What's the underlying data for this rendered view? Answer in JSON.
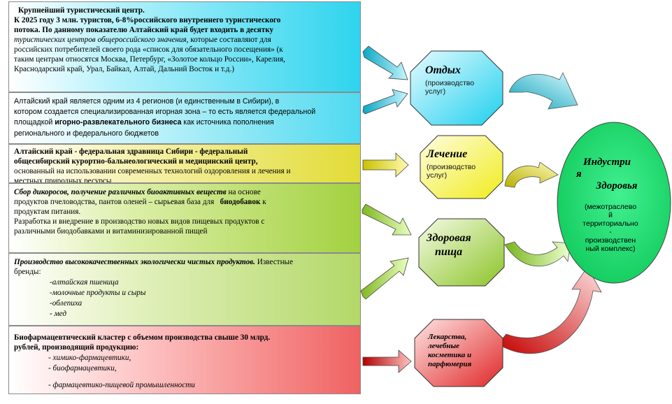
{
  "panels": {
    "p1": [
      "Крупнейший туристический центр.",
      "К 2025 году 3 млн. туристов,  6-8%российского внутреннего туристического",
      "потока. По данному показателю Алтайский край будет входить в десятку",
      "туристических центров общероссийского значения,",
      " которые составляют для",
      "российских потребителей своего рода «список для обязательного  посещения» (к",
      "таким центрам относятся Москва, Петербург, «Золотое кольцо России», Карелия,",
      "Краснодарский край, Урал, Байкал, Алтай, Дальний Восток и т.д.)"
    ],
    "p2": [
      "Алтайский край является одним из 4 регионов (и единственным в Сибири), в",
      "котором создается специализированная игорная зона – то есть является федеральной",
      "площадкой ",
      "игорно-развлекательного бизнеса",
      " как источника пополнения",
      "регионального и федерального бюджетов"
    ],
    "p3": [
      "Алтайский край - федеральная здравница Сибири - федеральный",
      "общесибирский курортно-бальнеологический и медицинский центр,",
      "основанный  на использовании современных технологий оздоровления и лечения и",
      "местных природных ресурсы"
    ],
    "p4": [
      "Сбор дикоросов, получение различных биоактивных веществ",
      "  на основе",
      "продуктов пчеловодства, пантов оленей  – сырьевая база для",
      "биодобавок",
      " к",
      "продуктам питания.",
      "Разработка и внедрение в производство новых видов  пищевых продуктов с",
      "различными биодобавками и витаминизированной пищей"
    ],
    "p5": [
      "Производство высококачественных экологически чистых продуктов.",
      " Известные",
      "бренды:",
      "-алтайская пшеница",
      "-молочные продукты и сыры",
      "-облепиха",
      "- мед"
    ],
    "p6": [
      "Биофармацевтический кластер с объемом производства свыше 30 млрд.",
      "рублей, производящий продукцию:",
      "- химико-фармацевтики,",
      "- биофармацевтики,",
      "- фармацевтико-пищевой промышленности"
    ]
  },
  "nodes": {
    "rest": {
      "title": "Отдых",
      "sub": [
        "(производство",
        "услуг)"
      ]
    },
    "treatment": {
      "title": "Лечение",
      "sub": [
        "(производство",
        "услуг)"
      ]
    },
    "food": {
      "title": [
        "Здоровая",
        "пища"
      ]
    },
    "drugs": {
      "lines": [
        "Лекарства,",
        "лечебные",
        "косметика и",
        "парфюмерия"
      ]
    }
  },
  "industry": {
    "title": [
      "Индустри",
      "я",
      "Здоровья"
    ],
    "sub": [
      "(межотраслево",
      "й",
      "территориально",
      "-",
      "производствен",
      "ный комплекс)"
    ]
  },
  "colors": {
    "cyan": "#1fd0ee",
    "yellow": "#f0ec1e",
    "green": "#a3d140",
    "red": "#e02828",
    "ellipse": "#22e070"
  }
}
